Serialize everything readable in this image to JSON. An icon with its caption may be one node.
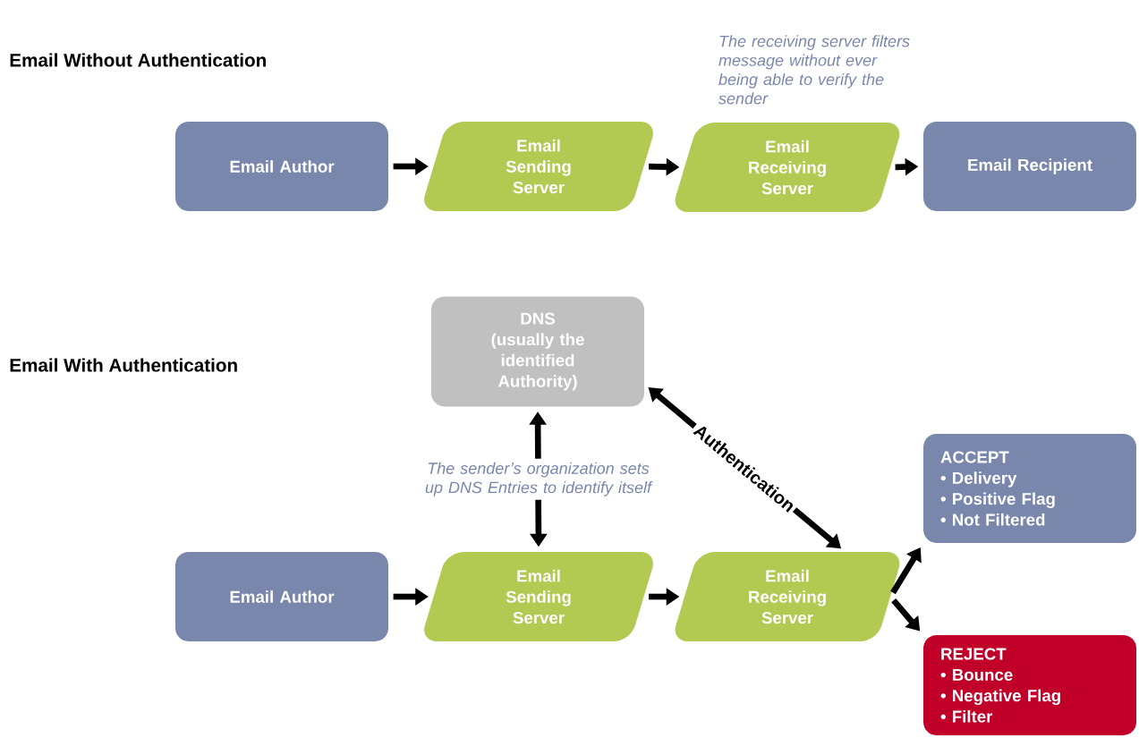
{
  "diagram": {
    "nodes": [
      {
        "text": [
          "Email Author"
        ]
      },
      {
        "text": [
          "Email Sending Server"
        ]
      },
      {
        "text": [
          "Email Receiving Server"
        ],
        "beside": [
          "The receiving server filters message without ever being able to verify the sender"
        ]
      },
      {
        "text": [
          "Email Recipient"
        ]
      },
      {
        "text": [
          "DNS",
          "(usually the identified Authority)"
        ]
      },
      {
        "text": [
          "ACCEPT",
          "• Delivery",
          "• Positive Flag",
          "• Not Filtered"
        ]
      },
      {
        "text": [
          "Email Author"
        ]
      },
      {
        "text": [
          "Email Sending Server"
        ]
      },
      {
        "text": [
          "Email Receiving Server"
        ]
      },
      {
        "text": [
          "REJECT",
          "• Bounce",
          "• Negative Flag",
          "• Filter"
        ]
      }
    ],
    "edges": [
      {
        "from": 0,
        "to": 1,
        "arrow": "to"
      },
      {
        "from": 1,
        "to": 2,
        "arrow": "to"
      },
      {
        "from": 2,
        "to": 3,
        "arrow": "to"
      },
      {
        "from": 6,
        "to": 7,
        "arrow": "to"
      },
      {
        "from": 7,
        "to": 8,
        "arrow": "to"
      },
      {
        "from": 4,
        "to": 7,
        "arrow": "both",
        "label": "The sender’s organization sets up DNS Entries to identify itself"
      },
      {
        "from": 4,
        "to": 8,
        "arrow": "both",
        "label": "Authentication"
      },
      {
        "from": 8,
        "to": 5,
        "arrow": "to"
      },
      {
        "from": 8,
        "to": 9,
        "arrow": "to"
      }
    ],
    "labels": [
      "Email Without Authentication",
      "Email With Authentication"
    ]
  }
}
